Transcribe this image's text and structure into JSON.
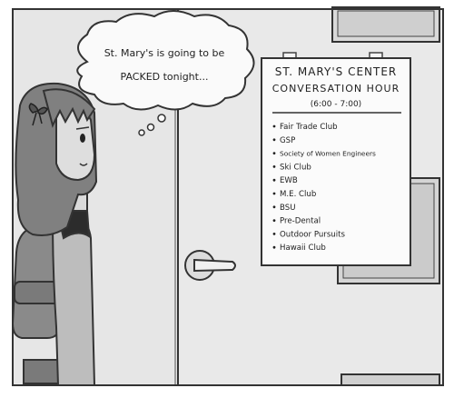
{
  "thought_bubble": {
    "line1": "St. Mary's is going to be",
    "line2": "PACKED tonight..."
  },
  "flyer": {
    "title_line1": "ST. MARY'S CENTER",
    "title_line2": "CONVERSATION HOUR",
    "time": "(6:00 - 7:00)",
    "items": [
      "Fair Trade Club",
      "GSP",
      "Society of Women Engineers",
      "Ski Club",
      "EWB",
      "M.E. Club",
      "BSU",
      "Pre-Dental",
      "Outdoor Pursuits",
      "Hawaii Club"
    ]
  }
}
